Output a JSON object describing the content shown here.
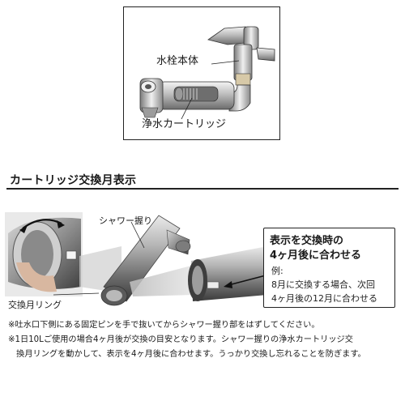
{
  "top_figure": {
    "label_faucet_body": "水栓本体",
    "label_cartridge": "浄水カートリッジ"
  },
  "section": {
    "title": "カートリッジ交換月表示"
  },
  "photo": {
    "label_shower_grip": "シャワー握り",
    "label_ring": "交換月リング"
  },
  "info_box": {
    "heading_line1": "表示を交換時の",
    "heading_line2": "4ヶ月後に合わせる",
    "example_label": "例:",
    "example_line1": "8月に交換する場合、次回",
    "example_line2": "4ヶ月後の12月に合わせる"
  },
  "notes": {
    "line1": "※吐水口下側にある固定ピンを手で抜いてからシャワー握り部をはずしてください。",
    "line2": "※1日10Lご使用の場合4ヶ月後が交換の目安となります。シャワー握りの浄水カートリッジ交",
    "line3": "　換月リングを動かして、表示を4ヶ月後に合わせます。うっかり交換し忘れることを防ぎます。"
  }
}
